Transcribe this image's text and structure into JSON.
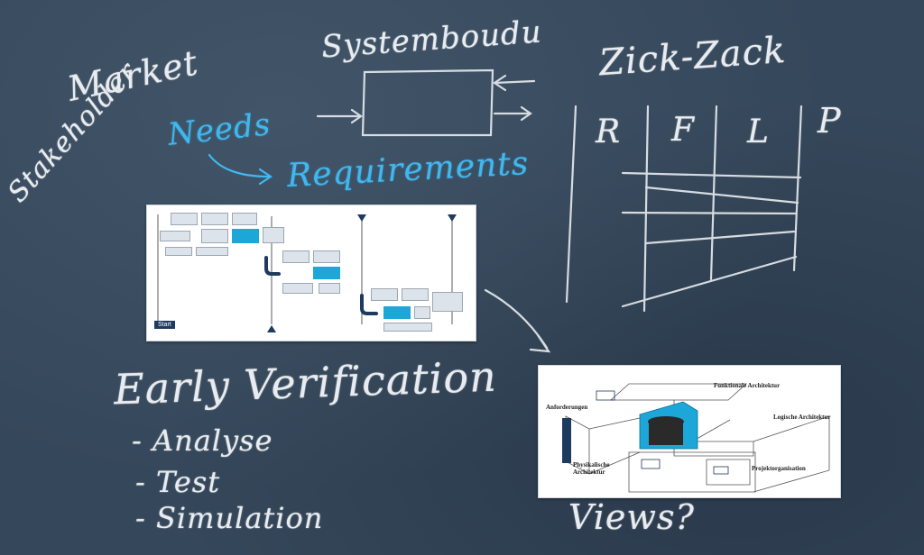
{
  "blackboard": {
    "market": "Market",
    "stakeholder": "Stakeholder",
    "needs": "Needs",
    "requirements": "Requirements",
    "systemboundary": "Systemboudu",
    "zickzack": "Zick-Zack",
    "grid_headers": [
      "R",
      "F",
      "L",
      "P"
    ],
    "early_verification": "Early Verification",
    "verification_items": [
      "- Analyse",
      "- Test",
      "- Simulation"
    ],
    "views": "Views?"
  },
  "process_panel": {
    "start_label": "Start"
  },
  "views_panel": {
    "labels": {
      "funktionale": "Funktionale Architektur",
      "logische": "Logische Architektur",
      "anforderungen": "Anforderungen",
      "physikalische": "Physikalische Architektur",
      "projekt": "Projektorganisation"
    }
  },
  "colors": {
    "board": "#35475a",
    "chalk_white": "#e8ecf0",
    "chalk_blue": "#3fb8f0",
    "navy": "#1e3a5f",
    "teal": "#1ca7d8"
  }
}
